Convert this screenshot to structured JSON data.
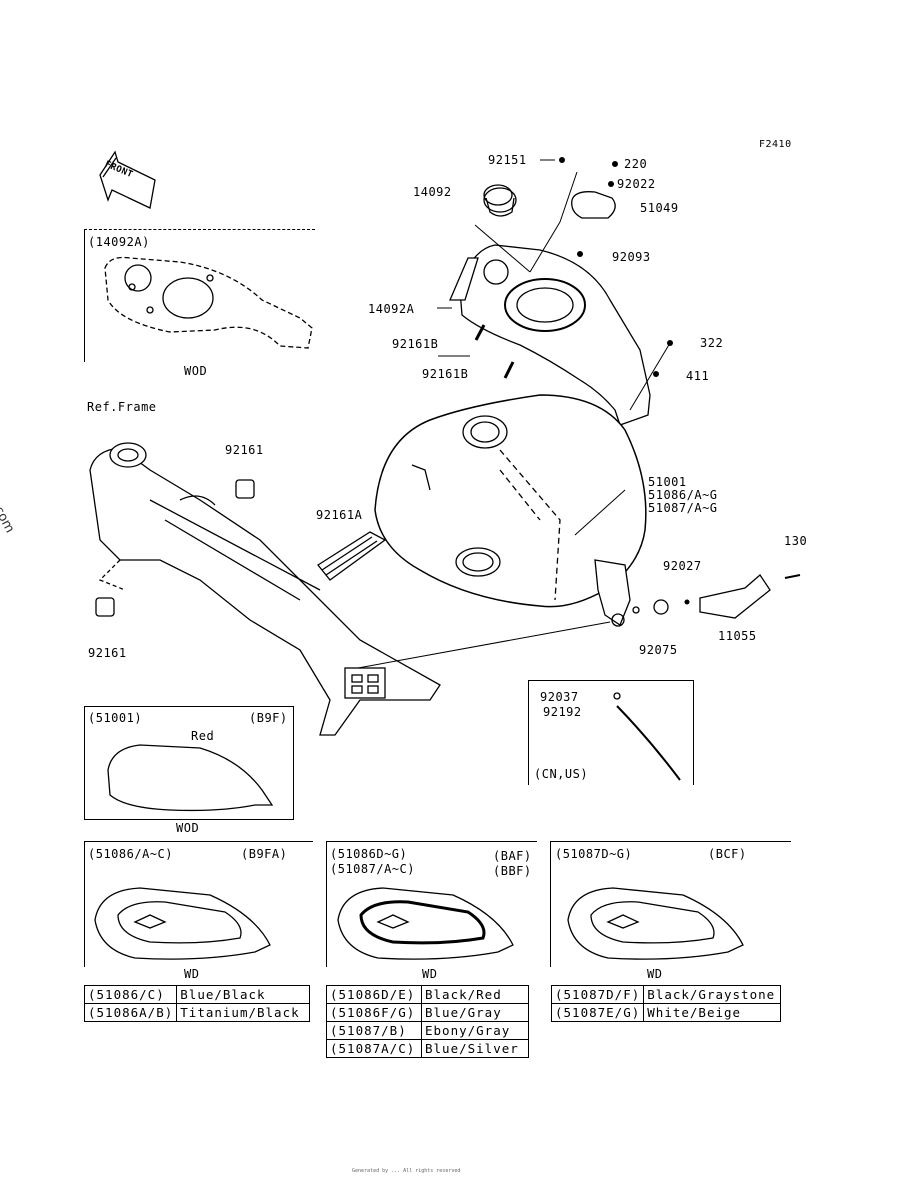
{
  "figure_code": "F2410",
  "watermark": "© Partzilla.com",
  "footer_text": "Generated by ...  All rights reserved",
  "front_arrow_text": "FRONT",
  "ref_frame_label": "Ref.Frame",
  "parts": {
    "p92151": "92151",
    "p220": "220",
    "p92022": "92022",
    "p14092": "14092",
    "p51049": "51049",
    "p92093": "92093",
    "p14092A": "14092A",
    "p92161B_1": "92161B",
    "p92161B_2": "92161B",
    "p322": "322",
    "p411": "411",
    "p92161_top": "92161",
    "p92161A": "92161A",
    "p92161_bottom": "92161",
    "p51001": "51001",
    "p51086": "51086/A~G",
    "p51087": "51087/A~G",
    "p130": "130",
    "p92027": "92027",
    "p11055": "11055",
    "p92075": "92075",
    "p92037": "92037",
    "p92192": "92192"
  },
  "inset_14092A": {
    "header": "(14092A)",
    "footer": "WOD"
  },
  "inset_cnus": {
    "note": "(CN,US)"
  },
  "inset_51001": {
    "header": "(51001)",
    "code": "(B9F)",
    "color": "Red",
    "footer": "WOD"
  },
  "inset_51086": {
    "header": "(51086/A~C)",
    "code": "(B9FA)",
    "footer": "WD"
  },
  "inset_51086D": {
    "header1": "(51086D~G)",
    "code1": "(BAF)",
    "header2": "(51087/A~C)",
    "code2": "(BBF)",
    "footer": "WD"
  },
  "inset_51087D": {
    "header": "(51087D~G)",
    "code": "(BCF)",
    "footer": "WD"
  },
  "color_table_1": [
    {
      "part": "(51086/C)",
      "color": "Blue/Black"
    },
    {
      "part": "(51086A/B)",
      "color": "Titanium/Black"
    }
  ],
  "color_table_2": [
    {
      "part": "(51086D/E)",
      "color": "Black/Red"
    },
    {
      "part": "(51086F/G)",
      "color": "Blue/Gray"
    },
    {
      "part": "(51087/B)",
      "color": "Ebony/Gray"
    },
    {
      "part": "(51087A/C)",
      "color": "Blue/Silver"
    }
  ],
  "color_table_3": [
    {
      "part": "(51087D/F)",
      "color": "Black/Graystone"
    },
    {
      "part": "(51087E/G)",
      "color": "White/Beige"
    }
  ]
}
